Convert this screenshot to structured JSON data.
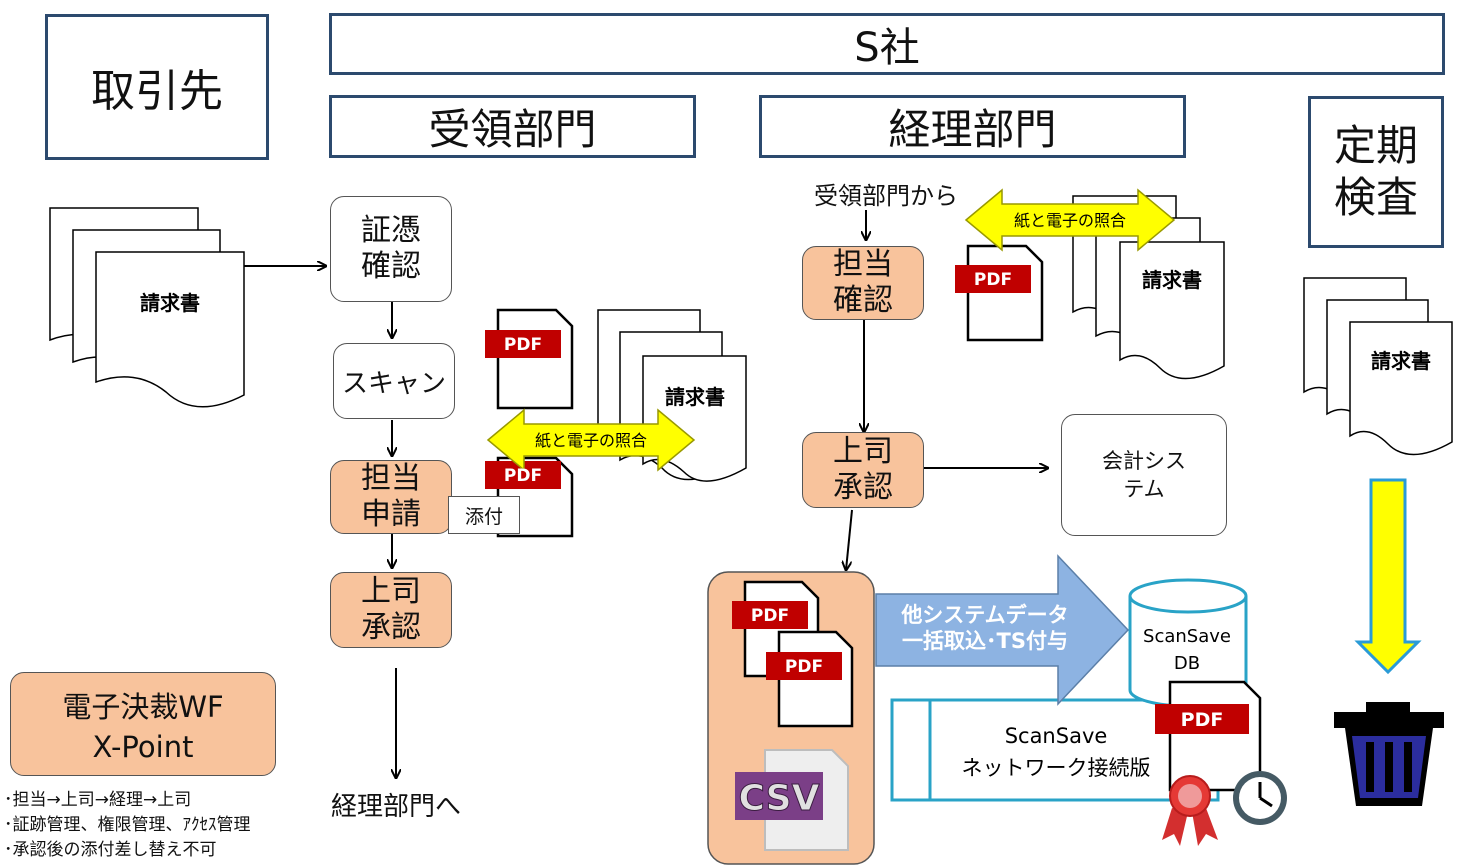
{
  "headers": {
    "client": "取引先",
    "company": "S社",
    "receiving_dept": "受領部門",
    "accounting_dept": "経理部門",
    "periodic_audit": "定期検査"
  },
  "receiving": {
    "verify": "証憑確認",
    "scan": "スキャン",
    "apply": "担当申請",
    "approve": "上司承認",
    "to_accounting": "経理部門へ",
    "attach": "添付"
  },
  "accounting": {
    "from_receiving": "受領部門から",
    "check": "担当確認",
    "approve": "上司承認",
    "accounting_system": "会計システム"
  },
  "documents": {
    "invoice": "請求書",
    "pdf": "PDF",
    "csv": "CSV",
    "compare": "紙と電子の照合"
  },
  "import_arrow": {
    "line1": "他システムデータ",
    "line2": "一括取込･TS付与"
  },
  "scansave": {
    "db_line1": "ScanSave",
    "db_line2": "DB",
    "net_line1": "ScanSave",
    "net_line2": "ネットワーク接続版"
  },
  "wf": {
    "line1": "電子決裁WF",
    "line2": "X-Point"
  },
  "notes": [
    "･担当→上司→経理→上司",
    "･証跡管理、権限管理、ｱｸｾｽ管理",
    "･承認後の添付差し替え不可"
  ],
  "colors": {
    "peach": "#f8c39c",
    "header_border": "#2c4a6e",
    "yellow": "#ffff00",
    "blue_arrow": "#8db3e2",
    "pdf_red": "#c00000",
    "csv_purple": "#7b3f87",
    "teal_border": "#29a3c7"
  }
}
